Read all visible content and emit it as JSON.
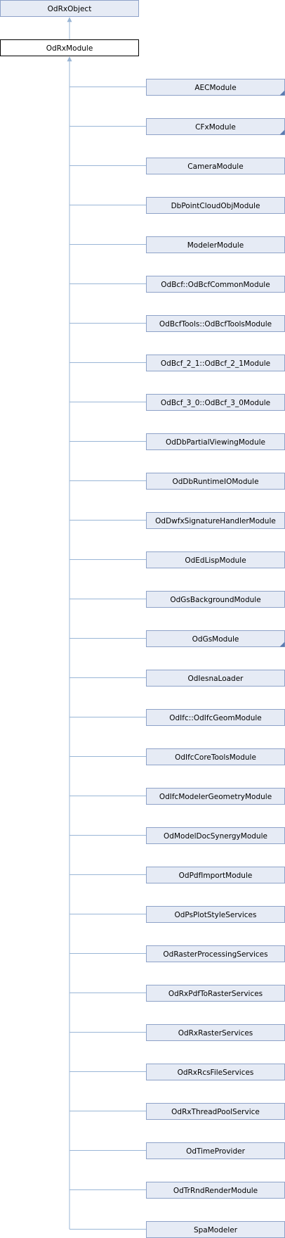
{
  "base_class": "OdRxObject",
  "current_class": "OdRxModule",
  "derived_classes": [
    {
      "label": "AECModule",
      "expandable": true
    },
    {
      "label": "CFxModule",
      "expandable": true
    },
    {
      "label": "CameraModule",
      "expandable": false
    },
    {
      "label": "DbPointCloudObjModule",
      "expandable": false
    },
    {
      "label": "ModelerModule",
      "expandable": false
    },
    {
      "label": "OdBcf::OdBcfCommonModule",
      "expandable": false
    },
    {
      "label": "OdBcfTools::OdBcfToolsModule",
      "expandable": false
    },
    {
      "label": "OdBcf_2_1::OdBcf_2_1Module",
      "expandable": false
    },
    {
      "label": "OdBcf_3_0::OdBcf_3_0Module",
      "expandable": false
    },
    {
      "label": "OdDbPartialViewingModule",
      "expandable": false
    },
    {
      "label": "OdDbRuntimeIOModule",
      "expandable": false
    },
    {
      "label": "OdDwfxSignatureHandlerModule",
      "expandable": false
    },
    {
      "label": "OdEdLispModule",
      "expandable": false
    },
    {
      "label": "OdGsBackgroundModule",
      "expandable": false
    },
    {
      "label": "OdGsModule",
      "expandable": true
    },
    {
      "label": "OdIesnaLoader",
      "expandable": false
    },
    {
      "label": "OdIfc::OdIfcGeomModule",
      "expandable": false
    },
    {
      "label": "OdIfcCoreToolsModule",
      "expandable": false
    },
    {
      "label": "OdIfcModelerGeometryModule",
      "expandable": false
    },
    {
      "label": "OdModelDocSynergyModule",
      "expandable": false
    },
    {
      "label": "OdPdfImportModule",
      "expandable": false
    },
    {
      "label": "OdPsPlotStyleServices",
      "expandable": false
    },
    {
      "label": "OdRasterProcessingServices",
      "expandable": false
    },
    {
      "label": "OdRxPdfToRasterServices",
      "expandable": false
    },
    {
      "label": "OdRxRasterServices",
      "expandable": false
    },
    {
      "label": "OdRxRcsFileServices",
      "expandable": false
    },
    {
      "label": "OdRxThreadPoolService",
      "expandable": false
    },
    {
      "label": "OdTimeProvider",
      "expandable": false
    },
    {
      "label": "OdTrRndRenderModule",
      "expandable": false
    },
    {
      "label": "SpaModeler",
      "expandable": false
    }
  ],
  "colors": {
    "node_fill": "#e6ebf5",
    "node_border": "#8ea2c8",
    "edge": "#9ab6d6",
    "current_border": "#000000",
    "corner_marker": "#5b7bb0"
  }
}
